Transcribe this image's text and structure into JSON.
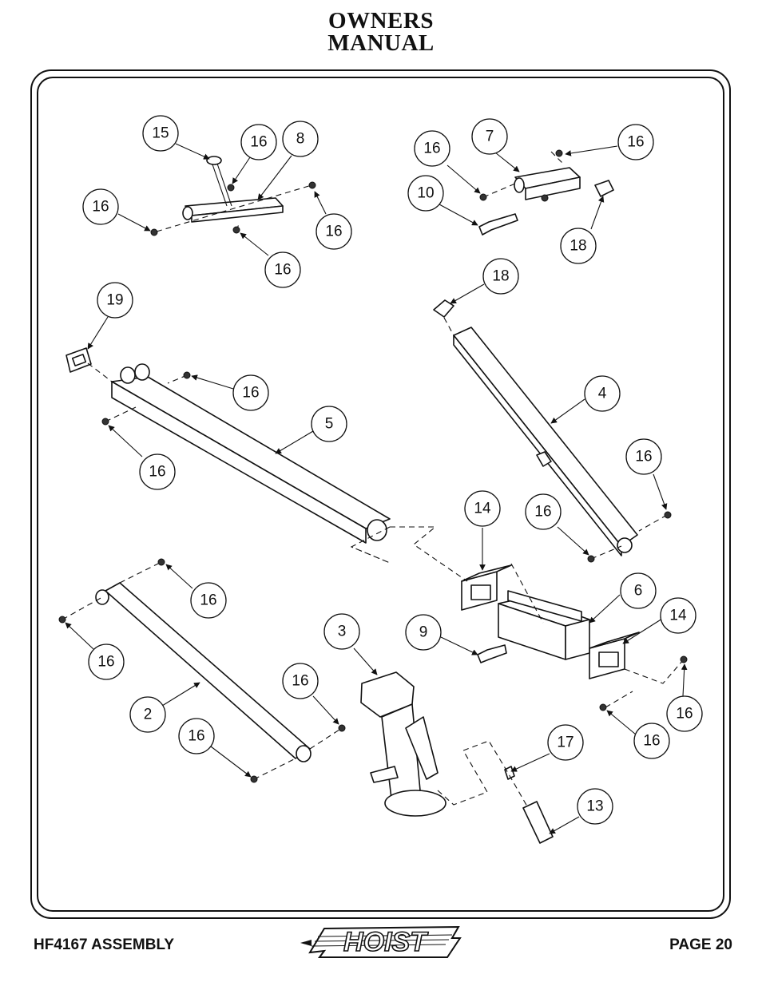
{
  "header": {
    "line1": "OWNERS",
    "line2": "MANUAL"
  },
  "footer": {
    "left": "HF4167 ASSEMBLY",
    "right": "PAGE 20",
    "logo_text": "HOIST"
  },
  "callouts": [
    {
      "label": "15"
    },
    {
      "label": "16"
    },
    {
      "label": "8"
    },
    {
      "label": "16"
    },
    {
      "label": "16"
    },
    {
      "label": "16"
    },
    {
      "label": "16"
    },
    {
      "label": "7"
    },
    {
      "label": "16"
    },
    {
      "label": "10"
    },
    {
      "label": "18"
    },
    {
      "label": "19"
    },
    {
      "label": "18"
    },
    {
      "label": "16"
    },
    {
      "label": "5"
    },
    {
      "label": "16"
    },
    {
      "label": "4"
    },
    {
      "label": "16"
    },
    {
      "label": "16"
    },
    {
      "label": "14"
    },
    {
      "label": "6"
    },
    {
      "label": "16"
    },
    {
      "label": "16"
    },
    {
      "label": "3"
    },
    {
      "label": "9"
    },
    {
      "label": "14"
    },
    {
      "label": "16"
    },
    {
      "label": "2"
    },
    {
      "label": "16"
    },
    {
      "label": "16"
    },
    {
      "label": "16"
    },
    {
      "label": "17"
    },
    {
      "label": "13"
    }
  ]
}
